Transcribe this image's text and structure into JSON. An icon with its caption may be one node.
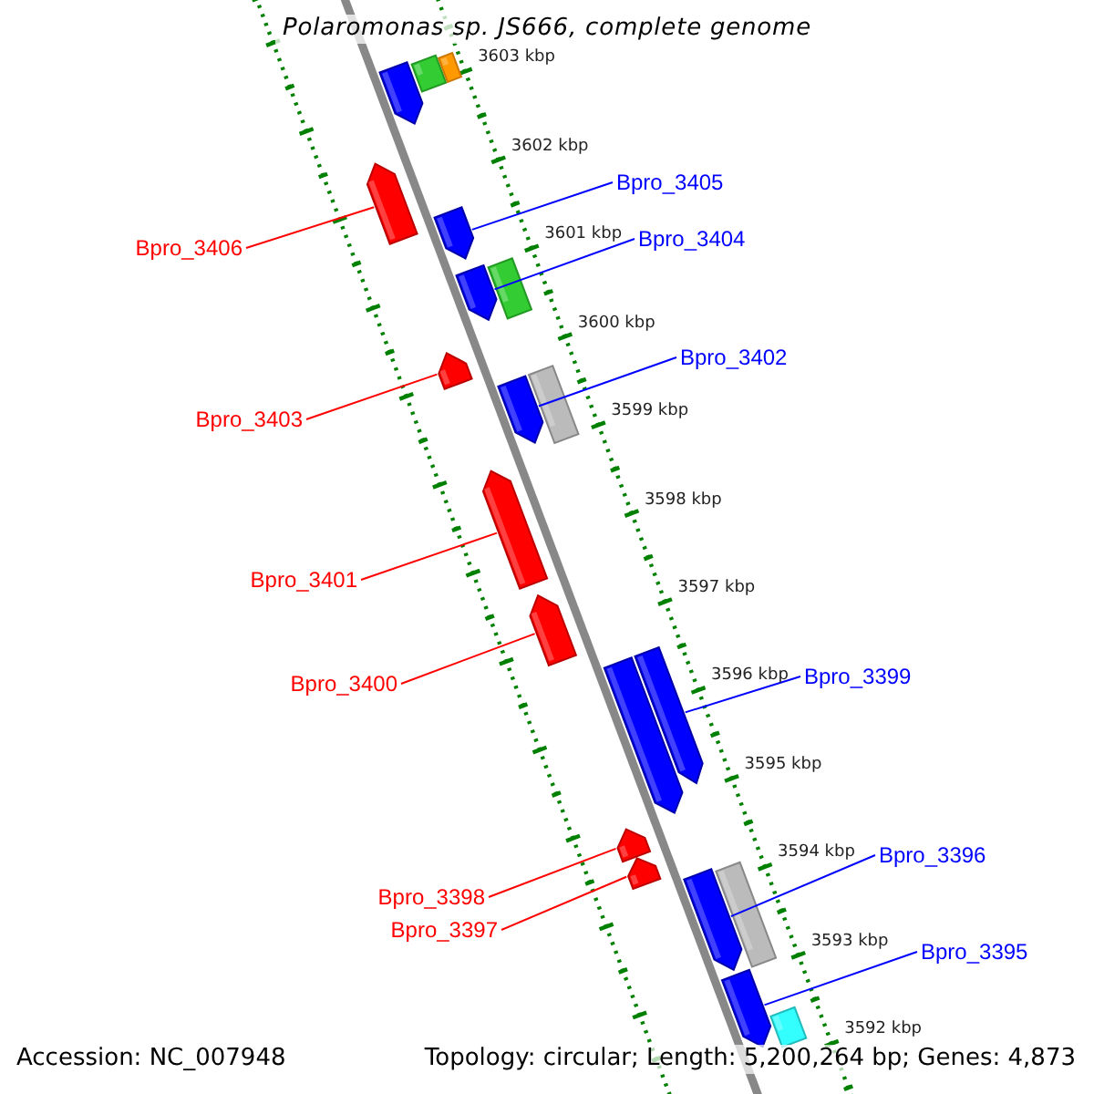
{
  "diagram": {
    "title": "Polaromonas sp. JS666, complete genome",
    "nodes": [
      {
        "text": [],
        "shape": "arrow"
      },
      {
        "text": [],
        "shape": "bar"
      },
      {
        "text": [],
        "shape": "bar"
      },
      {
        "text": [],
        "shape": "arrow"
      },
      {
        "text": [],
        "shape": "arrow"
      },
      {
        "text": [],
        "shape": "arrow"
      },
      {
        "text": [],
        "shape": "bar"
      },
      {
        "text": [],
        "shape": "arrow"
      },
      {
        "text": [],
        "shape": "arrow"
      },
      {
        "text": [],
        "shape": "bar"
      },
      {
        "text": [],
        "shape": "arrow"
      },
      {
        "text": [],
        "shape": "arrow"
      },
      {
        "text": [],
        "shape": "arrow"
      },
      {
        "text": [],
        "shape": "arrow"
      },
      {
        "text": [],
        "shape": "arrow"
      },
      {
        "text": [],
        "shape": "arrow"
      },
      {
        "text": [],
        "shape": "arrow"
      },
      {
        "text": [],
        "shape": "bar"
      },
      {
        "text": [],
        "shape": "arrow"
      },
      {
        "text": [],
        "shape": "bar"
      },
      {
        "text": [
          "Bpro_3406"
        ]
      },
      {
        "text": [
          "Bpro_3405"
        ]
      },
      {
        "text": [
          "Bpro_3404"
        ]
      },
      {
        "text": [
          "Bpro_3403"
        ]
      },
      {
        "text": [
          "Bpro_3402"
        ]
      },
      {
        "text": [
          "Bpro_3401"
        ]
      },
      {
        "text": [
          "Bpro_3400"
        ]
      },
      {
        "text": [
          "Bpro_3399"
        ]
      },
      {
        "text": [
          "Bpro_3398"
        ]
      },
      {
        "text": [
          "Bpro_3397"
        ]
      },
      {
        "text": [
          "Bpro_3396"
        ]
      },
      {
        "text": [
          "Bpro_3395"
        ]
      }
    ],
    "edges": [
      {
        "from": 20,
        "to": 3,
        "arrow": "none"
      },
      {
        "from": 21,
        "to": 4,
        "arrow": "none",
        "color": "#0000ff"
      },
      {
        "from": 22,
        "to": 5,
        "arrow": "none",
        "color": "#0000ff"
      },
      {
        "from": 23,
        "to": 7,
        "arrow": "none"
      },
      {
        "from": 24,
        "to": 8,
        "arrow": "none",
        "color": "#0000ff"
      },
      {
        "from": 25,
        "to": 10,
        "arrow": "none"
      },
      {
        "from": 26,
        "to": 11,
        "arrow": "none"
      },
      {
        "from": 27,
        "to": 13,
        "arrow": "none",
        "color": "#0000ff"
      },
      {
        "from": 28,
        "to": 14,
        "arrow": "none"
      },
      {
        "from": 29,
        "to": 15,
        "arrow": "none"
      },
      {
        "from": 30,
        "to": 16,
        "arrow": "none",
        "color": "#0000ff"
      },
      {
        "from": 31,
        "to": 18,
        "arrow": "none",
        "color": "#0000ff"
      }
    ],
    "labels": [
      "3603 kbp",
      "3602 kbp",
      "3601 kbp",
      "3600 kbp",
      "3599 kbp",
      "3598 kbp",
      "3597 kbp",
      "3596 kbp",
      "3595 kbp",
      "3594 kbp",
      "3593 kbp",
      "3592 kbp",
      "Accession: NC_007948",
      "Topology: circular; Length: 5,200,264 bp; Genes: 4,873"
    ]
  }
}
